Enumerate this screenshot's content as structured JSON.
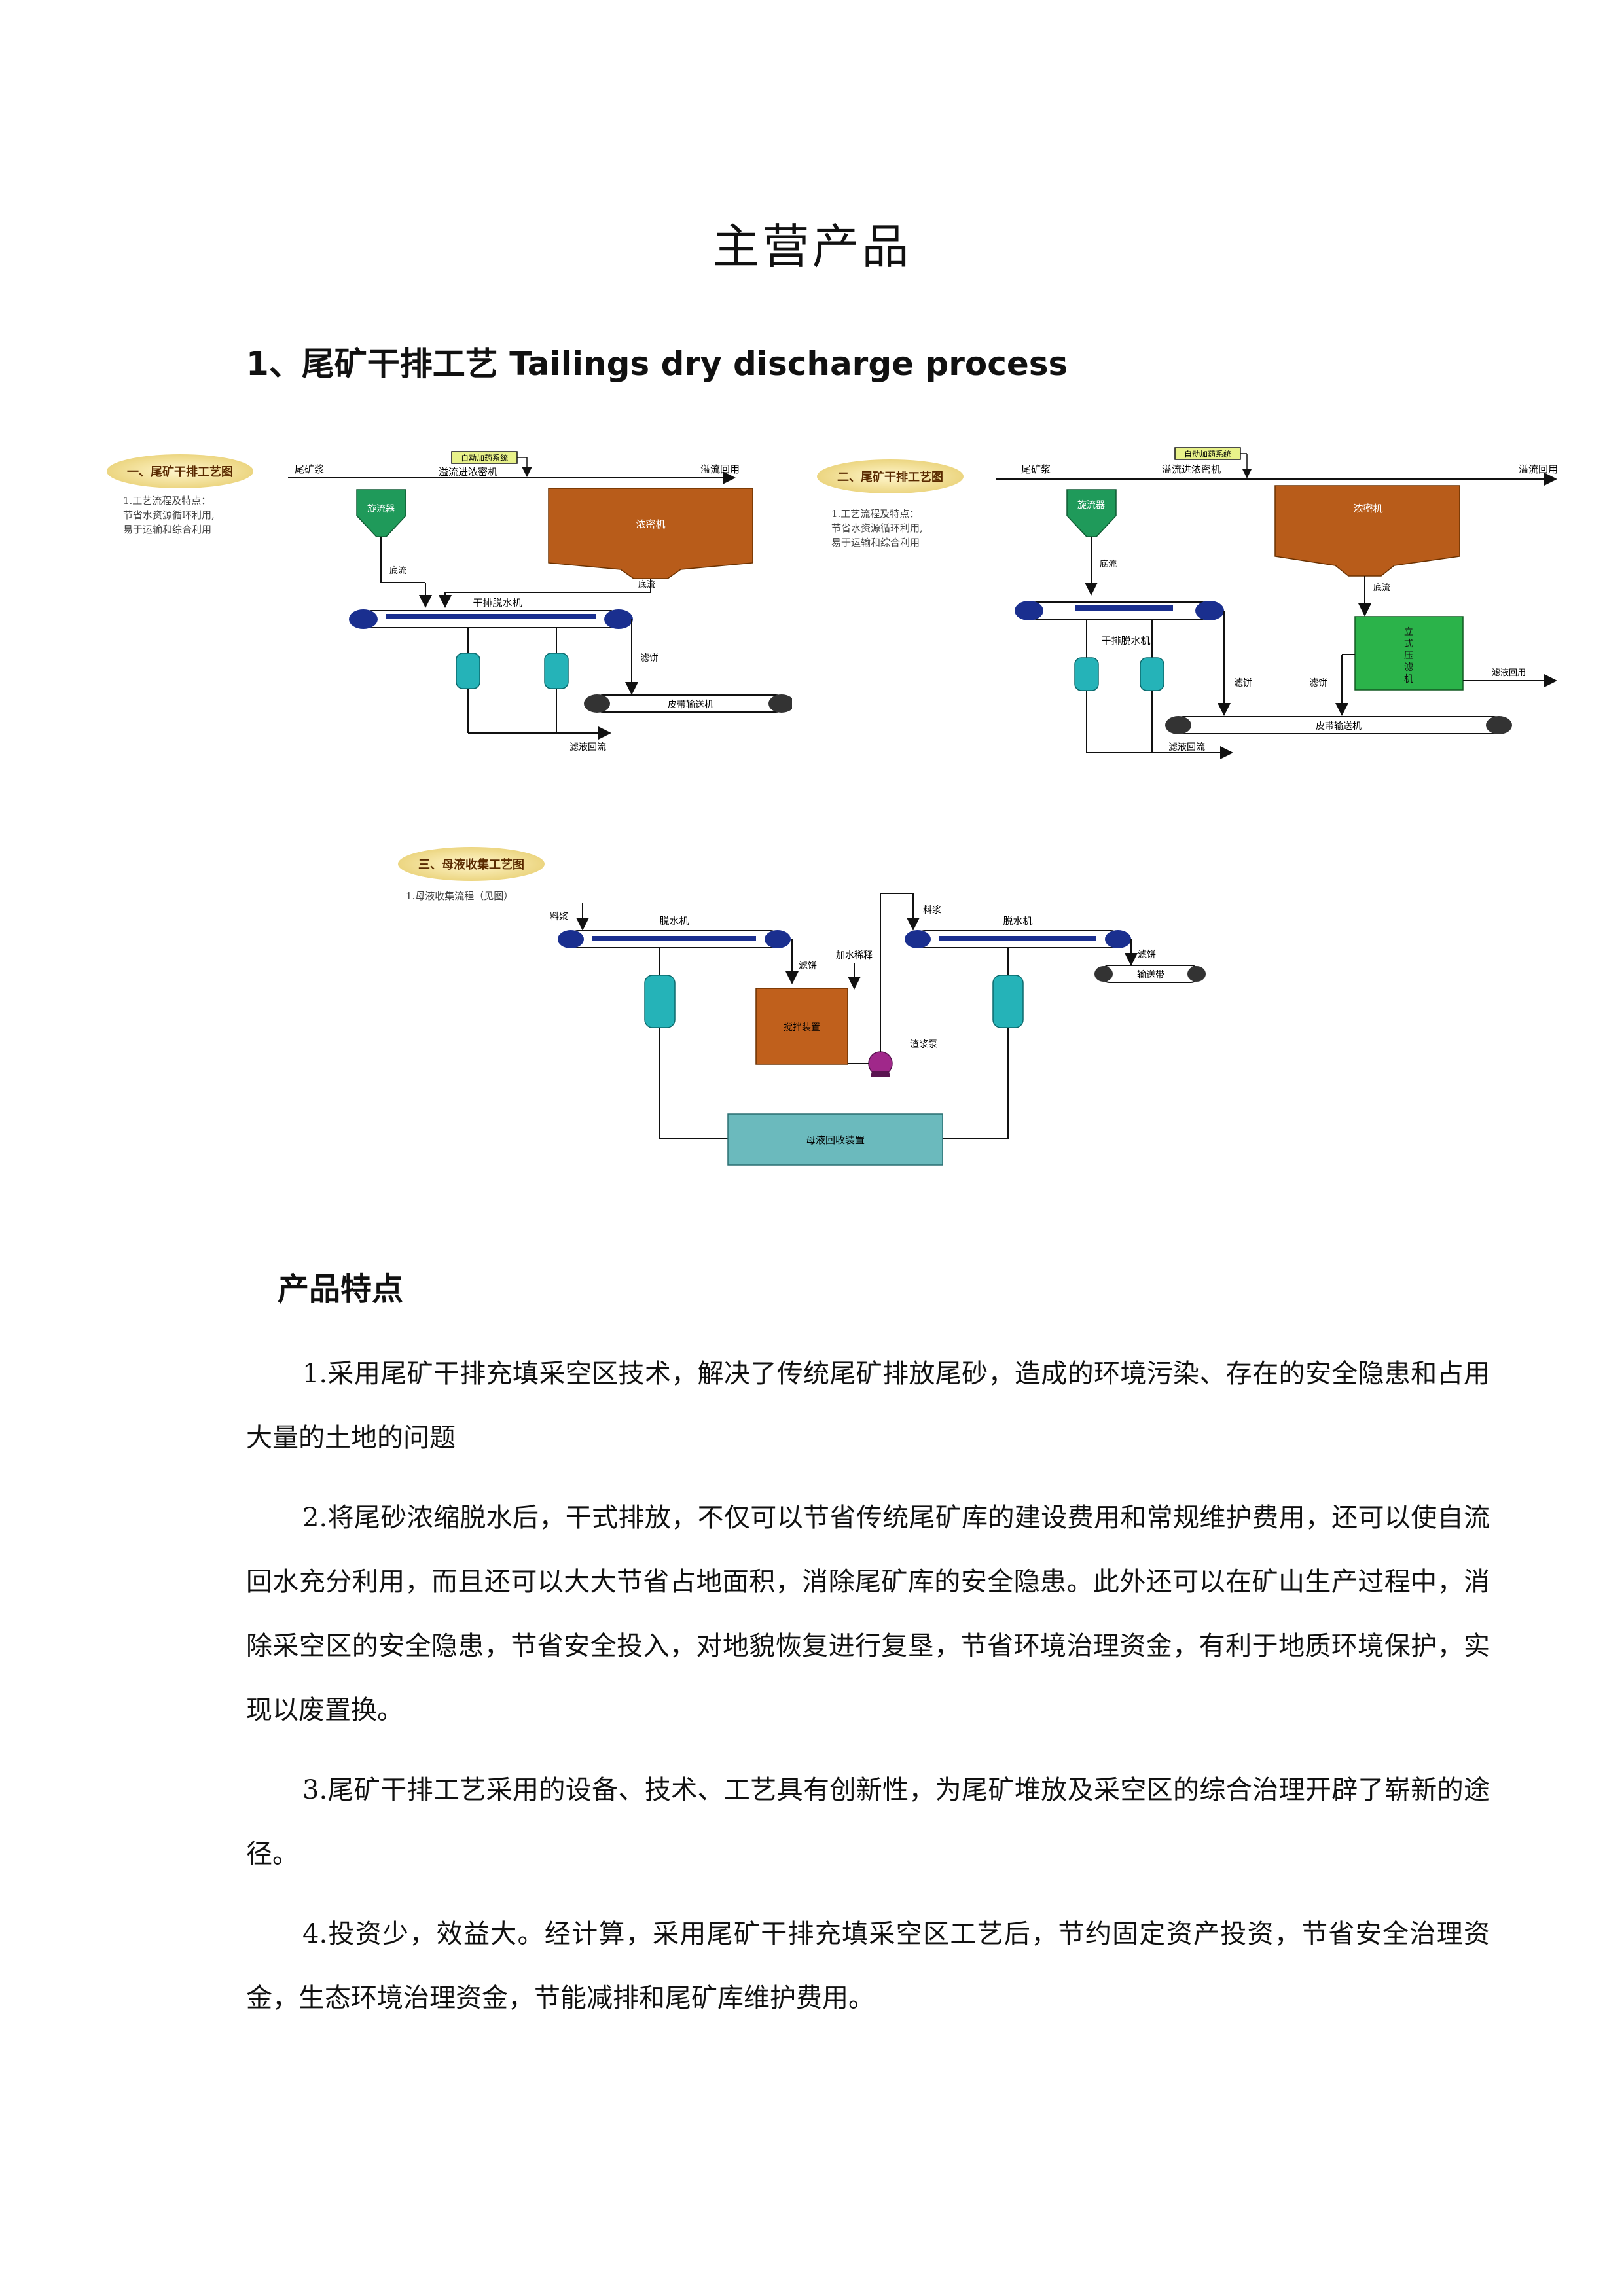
{
  "page": {
    "title": "主营产品",
    "heading": "1、尾矿干排工艺 Tailings dry discharge process",
    "subheading": "产品特点"
  },
  "diagram1": {
    "badge": "一、尾矿干排工艺图",
    "note": [
      "1.工艺流程及特点：",
      "节省水资源循环利用,",
      "易于运输和综合利用"
    ],
    "labels": {
      "feed": "尾矿浆",
      "dosing": "自动加药系统",
      "overflow_in": "溢流进浓密机",
      "overflow_return": "溢流回用",
      "cyclone": "旋流器",
      "thickener": "浓密机",
      "underflow1": "底流",
      "underflow2": "底流",
      "dewater": "干排脱水机",
      "cake": "滤饼",
      "belt": "皮带输送机",
      "filtrate": "滤液回流"
    }
  },
  "diagram2": {
    "badge": "二、尾矿干排工艺图",
    "note": [
      "1.工艺流程及特点：",
      "节省水资源循环利用,",
      "易于运输和综合利用"
    ],
    "labels": {
      "feed": "尾矿浆",
      "dosing": "自动加药系统",
      "overflow_in": "溢流进浓密机",
      "overflow_return": "溢流回用",
      "cyclone": "旋流器",
      "thickener": "浓密机",
      "underflow1": "底流",
      "underflow2": "底流",
      "dewater": "干排脱水机",
      "filter_press": "立式压滤机",
      "cake1": "滤饼",
      "cake2": "滤饼",
      "filtrate_return": "滤液回用",
      "belt": "皮带输送机",
      "filtrate": "滤液回流"
    }
  },
  "diagram3": {
    "badge": "三、母液收集工艺图",
    "note": "1.母液收集流程（见图）",
    "labels": {
      "feed1": "料浆",
      "dewater1": "脱水机",
      "cake1": "滤饼",
      "dilute": "加水稀释",
      "mixer": "搅拌装置",
      "pump": "渣浆泵",
      "feed2": "料浆",
      "dewater2": "脱水机",
      "cake2": "滤饼",
      "conveyor": "输送带",
      "recovery": "母液回收装置"
    }
  },
  "paragraphs": [
    "1.采用尾矿干排充填采空区技术，解决了传统尾矿排放尾砂，造成的环境污染、存在的安全隐患和占用大量的土地的问题",
    "2.将尾砂浓缩脱水后，干式排放，不仅可以节省传统尾矿库的建设费用和常规维护费用，还可以使自流回水充分利用，而且还可以大大节省占地面积，消除尾矿库的安全隐患。此外还可以在矿山生产过程中，消除采空区的安全隐患，节省安全投入，对地貌恢复进行复垦，节省环境治理资金，有利于地质环境保护，实现以废置换。",
    "3.尾矿干排工艺采用的设备、技术、工艺具有创新性，为尾矿堆放及采空区的综合治理开辟了崭新的途径。",
    "4.投资少，效益大。经计算，采用尾矿干排充填采空区工艺后，节约固定资产投资，节省安全治理资金，生态环境治理资金，节能减排和尾矿库维护费用。"
  ],
  "colors": {
    "cyclone": "#1f9a5a",
    "thickener": "#b85c1a",
    "belt": "#1a2f8f",
    "tank": "#25b3b8",
    "filter_press": "#2bb34a",
    "mixer": "#c0601c",
    "recovery": "#6bbabd",
    "pump": "#a0288a",
    "badge": "#f4e4a8",
    "dosing": "#e8f28a"
  }
}
